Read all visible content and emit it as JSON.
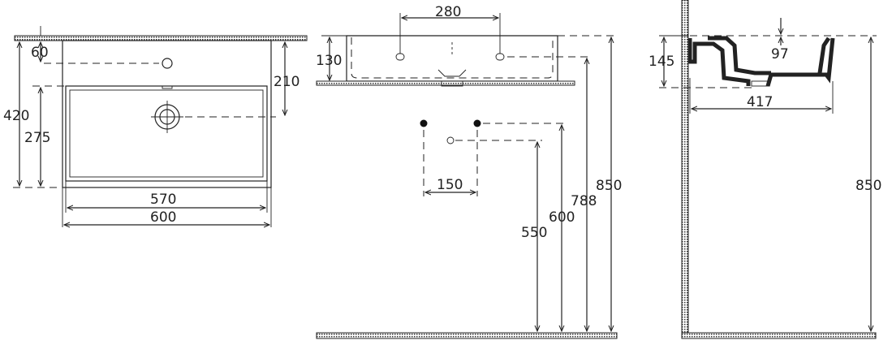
{
  "top_view": {
    "dims": {
      "d60": "60",
      "d420": "420",
      "d275": "275",
      "d210": "210",
      "d570": "570",
      "d600": "600"
    }
  },
  "front_view": {
    "dims": {
      "d280": "280",
      "d130": "130",
      "d150": "150",
      "d550": "550",
      "d600": "600",
      "d788": "788",
      "d850": "850"
    }
  },
  "side_view": {
    "dims": {
      "d145": "145",
      "d97": "97",
      "d417": "417",
      "d850": "850"
    }
  },
  "colors": {
    "line": "#222222",
    "background": "#ffffff"
  }
}
